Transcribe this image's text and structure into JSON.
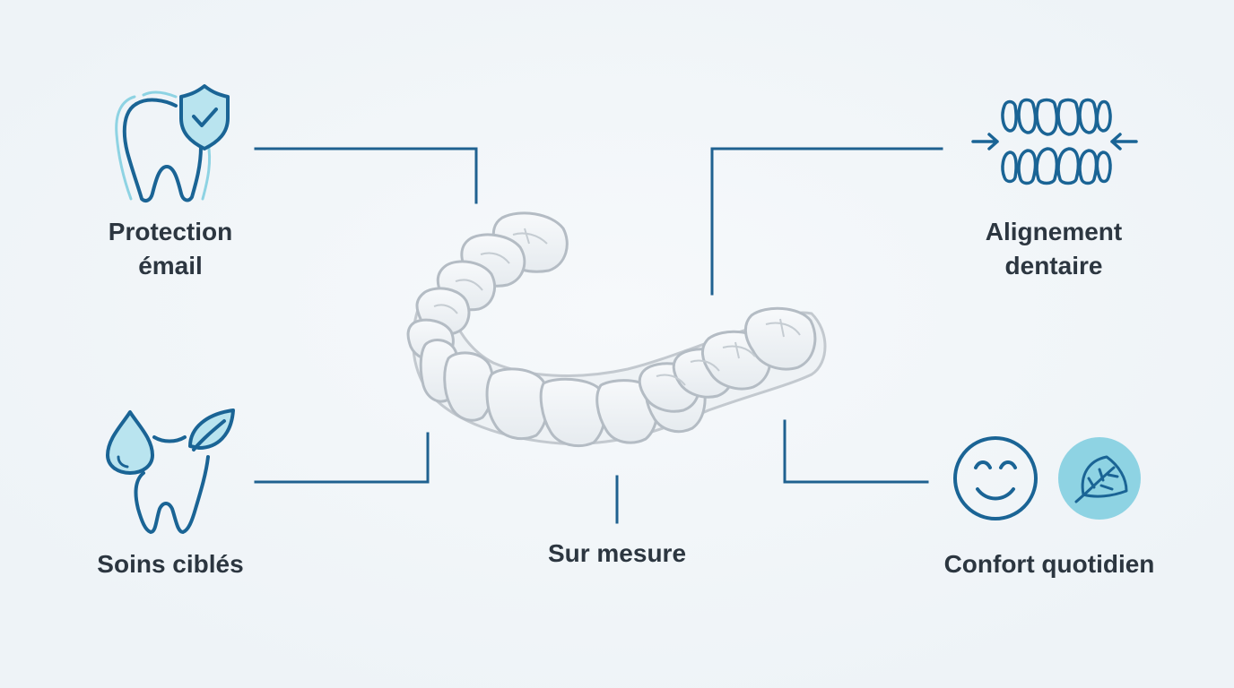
{
  "labels": {
    "protection": {
      "line1": "Protection",
      "line2": "émail"
    },
    "alignement": {
      "line1": "Alignement",
      "line2": "dentaire"
    },
    "soins": "Soins ciblés",
    "mesure": "Sur mesure",
    "confort": "Confort quotidien"
  },
  "icons": {
    "protection": "tooth-shield-check-icon",
    "alignement": "teeth-alignment-icon",
    "soins": "tooth-drop-leaf-icon",
    "confort_smile": "smiley-face-icon",
    "confort_feather": "feather-icon",
    "center": "clear-aligner-image"
  },
  "colors": {
    "background": "#f1f5f8",
    "line": "#1f6190",
    "icon_stroke": "#1a6495",
    "icon_light": "#8ed3e3",
    "icon_fill": "#b9e4ef",
    "text": "#2c3640"
  }
}
